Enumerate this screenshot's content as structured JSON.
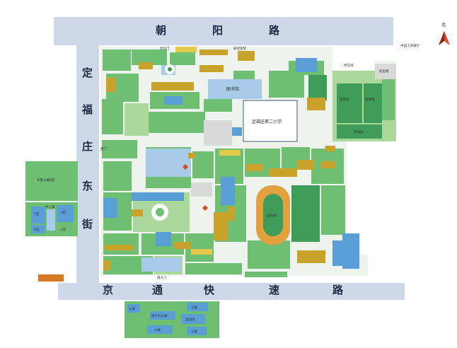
{
  "roads": {
    "north": [
      "朝",
      "阳",
      "路"
    ],
    "south": [
      "京",
      "通",
      "快",
      "速",
      "路"
    ],
    "west": [
      "定",
      "福",
      "庄",
      "东",
      "街"
    ]
  },
  "compass": {
    "label": "北"
  },
  "places": {
    "school": "定福庄第二小学",
    "library": "图书馆",
    "stadium": "运动场",
    "apartment_west": "专家公寓B区",
    "apartment_a": "A区",
    "apartment_c": "C区",
    "apartment_d": "D区",
    "apartment_e": "E区",
    "apt_yard": "中公寓",
    "residential_1": "公寓",
    "residential_2": "公寓",
    "residential_3": "附子升公寓",
    "residential_4": "运动场",
    "residential_5": "公寓",
    "residential_6": "公寓",
    "east_parking": "停车场",
    "east_stadium_1": "篮球场",
    "east_stadium_2": "网球场",
    "east_stadium_3": "足球场",
    "east_grey": "宿舍楼",
    "north_gate": "北大门",
    "south_gate": "南大门",
    "west_gate": "西门",
    "top_office": "研究生院",
    "top_right_lbl": "中国工商银行"
  },
  "colors": {
    "road": "#cdd9e6",
    "green": "#6fbf73",
    "dark_green": "#3e9b58",
    "light_green": "#a9d89a",
    "building_blue": "#5a9ed6",
    "water": "#a7cbe9",
    "building_gold": "#c8a22b",
    "building_yellow": "#e4c84a",
    "stadium_orange": "#e2a13f",
    "plaza_grey": "#d9d9d9",
    "marker_red": "#d44a2a"
  },
  "icons": [
    "north-arrow-icon",
    "building-marker-icon"
  ]
}
